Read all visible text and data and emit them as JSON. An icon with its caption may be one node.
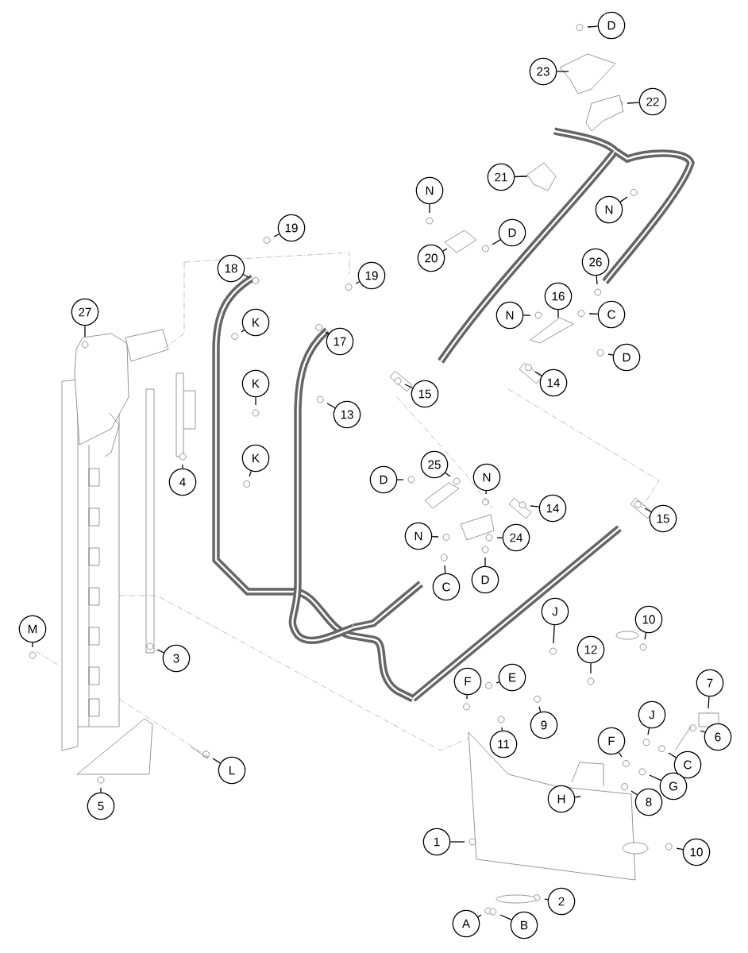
{
  "diagram": {
    "nodes": [
      {
        "text": [
          "D"
        ]
      },
      {
        "text": [
          "23"
        ]
      },
      {
        "text": [
          "22"
        ]
      },
      {
        "text": [
          "21"
        ]
      },
      {
        "text": [
          "N"
        ]
      },
      {
        "text": [
          "N"
        ]
      },
      {
        "text": [
          "19"
        ]
      },
      {
        "text": [
          "D"
        ]
      },
      {
        "text": [
          "20"
        ]
      },
      {
        "text": [
          "18"
        ]
      },
      {
        "text": [
          "19"
        ]
      },
      {
        "text": [
          "26"
        ]
      },
      {
        "text": [
          "16"
        ]
      },
      {
        "text": [
          "27"
        ]
      },
      {
        "text": [
          "N"
        ]
      },
      {
        "text": [
          "C"
        ]
      },
      {
        "text": [
          "K"
        ]
      },
      {
        "text": [
          "17"
        ]
      },
      {
        "text": [
          "D"
        ]
      },
      {
        "text": [
          "K"
        ]
      },
      {
        "text": [
          "14"
        ]
      },
      {
        "text": [
          "15"
        ]
      },
      {
        "text": [
          "13"
        ]
      },
      {
        "text": [
          "K"
        ]
      },
      {
        "text": [
          "25"
        ]
      },
      {
        "text": [
          "N"
        ]
      },
      {
        "text": [
          "D"
        ]
      },
      {
        "text": [
          "4"
        ]
      },
      {
        "text": [
          "14"
        ]
      },
      {
        "text": [
          "15"
        ]
      },
      {
        "text": [
          "N"
        ]
      },
      {
        "text": [
          "24"
        ]
      },
      {
        "text": [
          "D"
        ]
      },
      {
        "text": [
          "C"
        ]
      },
      {
        "text": [
          "J"
        ]
      },
      {
        "text": [
          "10"
        ]
      },
      {
        "text": [
          "M"
        ]
      },
      {
        "text": [
          "12"
        ]
      },
      {
        "text": [
          "3"
        ]
      },
      {
        "text": [
          "E"
        ]
      },
      {
        "text": [
          "F"
        ]
      },
      {
        "text": [
          "7"
        ]
      },
      {
        "text": [
          "9"
        ]
      },
      {
        "text": [
          "J"
        ]
      },
      {
        "text": [
          "6"
        ]
      },
      {
        "text": [
          "F"
        ]
      },
      {
        "text": [
          "11"
        ]
      },
      {
        "text": [
          "C"
        ]
      },
      {
        "text": [
          "L"
        ]
      },
      {
        "text": [
          "G"
        ]
      },
      {
        "text": [
          "H"
        ]
      },
      {
        "text": [
          "8"
        ]
      },
      {
        "text": [
          "5"
        ]
      },
      {
        "text": [
          "1"
        ]
      },
      {
        "text": [
          "10"
        ]
      },
      {
        "text": [
          "2"
        ]
      },
      {
        "text": [
          "A"
        ]
      },
      {
        "text": [
          "B"
        ]
      }
    ],
    "edges": [
      {
        "from": 0,
        "to": null,
        "arrow": "none"
      },
      {
        "from": 1,
        "to": null,
        "arrow": "none"
      },
      {
        "from": 2,
        "to": null,
        "arrow": "none"
      },
      {
        "from": 3,
        "to": null,
        "arrow": "none"
      },
      {
        "from": 4,
        "to": null,
        "arrow": "none"
      },
      {
        "from": 5,
        "to": null,
        "arrow": "none"
      },
      {
        "from": 6,
        "to": null,
        "arrow": "none"
      },
      {
        "from": 7,
        "to": null,
        "arrow": "none"
      },
      {
        "from": 8,
        "to": null,
        "arrow": "none"
      },
      {
        "from": 9,
        "to": null,
        "arrow": "none"
      },
      {
        "from": 10,
        "to": null,
        "arrow": "none"
      },
      {
        "from": 11,
        "to": null,
        "arrow": "none"
      },
      {
        "from": 12,
        "to": null,
        "arrow": "none"
      },
      {
        "from": 13,
        "to": null,
        "arrow": "none"
      },
      {
        "from": 14,
        "to": null,
        "arrow": "none"
      },
      {
        "from": 15,
        "to": null,
        "arrow": "none"
      },
      {
        "from": 16,
        "to": null,
        "arrow": "none"
      },
      {
        "from": 17,
        "to": null,
        "arrow": "none"
      },
      {
        "from": 18,
        "to": null,
        "arrow": "none"
      },
      {
        "from": 19,
        "to": null,
        "arrow": "none"
      },
      {
        "from": 20,
        "to": null,
        "arrow": "none"
      },
      {
        "from": 21,
        "to": null,
        "arrow": "none"
      },
      {
        "from": 22,
        "to": null,
        "arrow": "none"
      },
      {
        "from": 23,
        "to": null,
        "arrow": "none"
      },
      {
        "from": 24,
        "to": null,
        "arrow": "none"
      },
      {
        "from": 25,
        "to": null,
        "arrow": "none"
      },
      {
        "from": 26,
        "to": null,
        "arrow": "none"
      },
      {
        "from": 27,
        "to": null,
        "arrow": "none"
      },
      {
        "from": 28,
        "to": null,
        "arrow": "none"
      },
      {
        "from": 29,
        "to": null,
        "arrow": "none"
      },
      {
        "from": 30,
        "to": null,
        "arrow": "none"
      },
      {
        "from": 31,
        "to": null,
        "arrow": "none"
      },
      {
        "from": 32,
        "to": null,
        "arrow": "none"
      },
      {
        "from": 33,
        "to": null,
        "arrow": "none"
      },
      {
        "from": 34,
        "to": null,
        "arrow": "none"
      },
      {
        "from": 35,
        "to": null,
        "arrow": "none"
      },
      {
        "from": 36,
        "to": null,
        "arrow": "none"
      },
      {
        "from": 37,
        "to": null,
        "arrow": "none"
      },
      {
        "from": 38,
        "to": null,
        "arrow": "none"
      },
      {
        "from": 39,
        "to": null,
        "arrow": "none"
      },
      {
        "from": 40,
        "to": null,
        "arrow": "none"
      },
      {
        "from": 41,
        "to": null,
        "arrow": "none"
      },
      {
        "from": 42,
        "to": null,
        "arrow": "none"
      },
      {
        "from": 43,
        "to": null,
        "arrow": "none"
      },
      {
        "from": 44,
        "to": null,
        "arrow": "none"
      },
      {
        "from": 45,
        "to": null,
        "arrow": "none"
      },
      {
        "from": 46,
        "to": null,
        "arrow": "none"
      },
      {
        "from": 47,
        "to": null,
        "arrow": "none"
      },
      {
        "from": 48,
        "to": null,
        "arrow": "none"
      },
      {
        "from": 49,
        "to": null,
        "arrow": "none"
      },
      {
        "from": 50,
        "to": null,
        "arrow": "none"
      },
      {
        "from": 51,
        "to": null,
        "arrow": "none"
      },
      {
        "from": 52,
        "to": null,
        "arrow": "none"
      },
      {
        "from": 53,
        "to": null,
        "arrow": "none"
      },
      {
        "from": 54,
        "to": null,
        "arrow": "none"
      },
      {
        "from": 55,
        "to": null,
        "arrow": "none"
      },
      {
        "from": 56,
        "to": null,
        "arrow": "none"
      },
      {
        "from": 57,
        "to": null,
        "arrow": "none"
      }
    ]
  }
}
